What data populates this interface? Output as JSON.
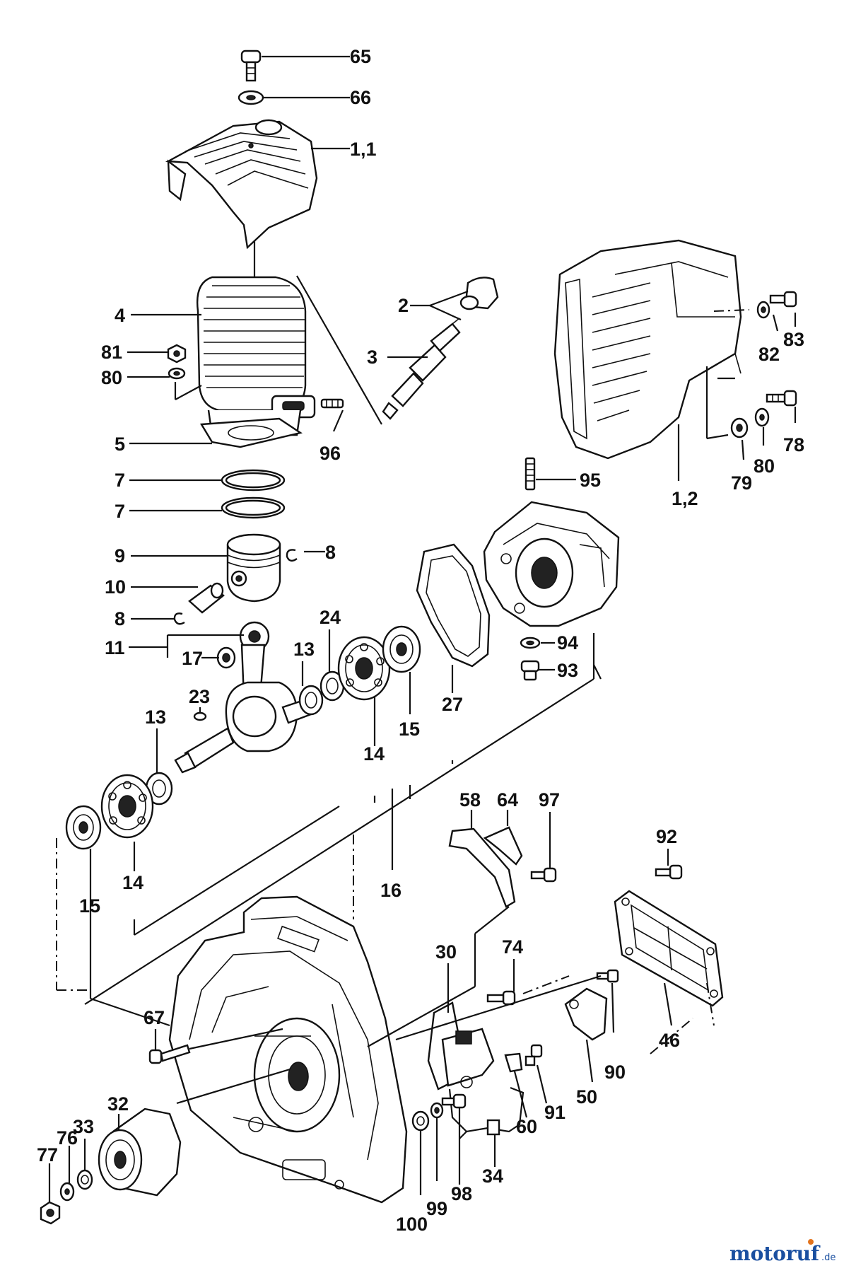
{
  "labels": {
    "l65": "65",
    "l66": "66",
    "l1_1": "1,1",
    "l2": "2",
    "l3": "3",
    "l4": "4",
    "l81": "81",
    "l80a": "80",
    "l96": "96",
    "l5": "5",
    "l7a": "7",
    "l7b": "7",
    "l9": "9",
    "l8a": "8",
    "l10": "10",
    "l8b": "8",
    "l11": "11",
    "l17": "17",
    "l13a": "13",
    "l24": "24",
    "l23": "23",
    "l13b": "13",
    "l14a": "14",
    "l15a": "15",
    "l27": "27",
    "l95": "95",
    "l94": "94",
    "l93": "93",
    "l83": "83",
    "l82": "82",
    "l78": "78",
    "l79": "79",
    "l80b": "80",
    "l1_2": "1,2",
    "l14b": "14",
    "l15b": "15",
    "l16": "16",
    "l58": "58",
    "l64": "64",
    "l97": "97",
    "l92": "92",
    "l30": "30",
    "l74": "74",
    "l46": "46",
    "l90": "90",
    "l50": "50",
    "l67": "67",
    "l32": "32",
    "l33": "33",
    "l76": "76",
    "l77": "77",
    "l91": "91",
    "l60": "60",
    "l34": "34",
    "l98": "98",
    "l99": "99",
    "l100": "100"
  },
  "watermark": {
    "brand": "motoruf",
    "suffix": ".de"
  },
  "colors": {
    "ink": "#111111",
    "brand_blue": "#1a4fa0",
    "brand_orange": "#e3731c"
  }
}
